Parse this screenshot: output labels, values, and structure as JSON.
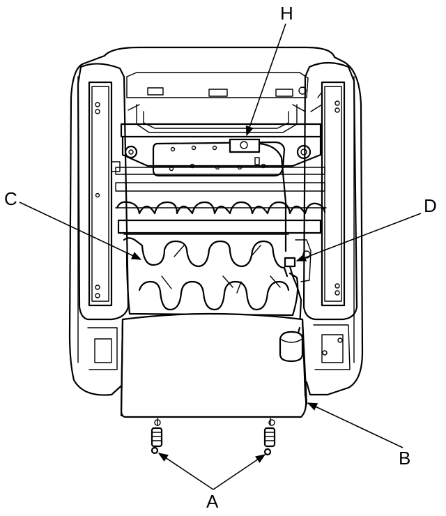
{
  "labels": {
    "h": "H",
    "c": "C",
    "d": "D",
    "b": "B",
    "a": "A"
  }
}
